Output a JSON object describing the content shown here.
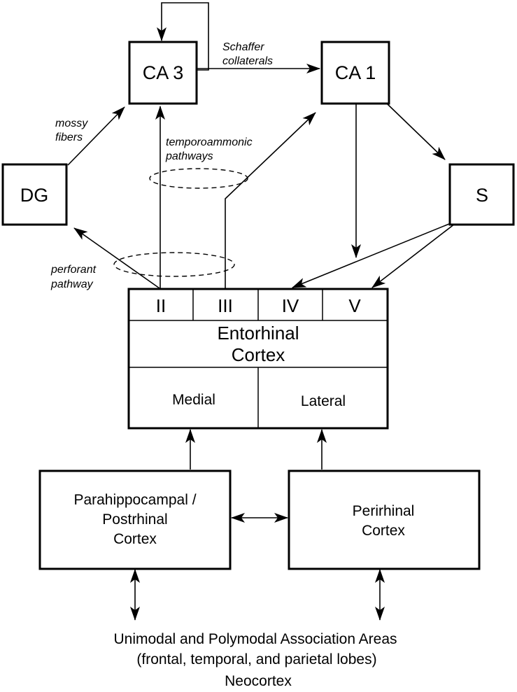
{
  "nodes": {
    "ca3": "CA 3",
    "ca1": "CA 1",
    "dg": "DG",
    "s": "S",
    "entorhinal": {
      "line1": "Entorhinal",
      "line2": "Cortex"
    },
    "layers": [
      "II",
      "III",
      "IV",
      "V"
    ],
    "medial": "Medial",
    "lateral": "Lateral",
    "parahippocampal": {
      "line1": "Parahippocampal /",
      "line2": "Postrhinal",
      "line3": "Cortex"
    },
    "perirhinal": {
      "line1": "Perirhinal",
      "line2": "Cortex"
    }
  },
  "pathways": {
    "schaffer": {
      "line1": "Schaffer",
      "line2": "collaterals"
    },
    "mossy": {
      "line1": "mossy",
      "line2": "fibers"
    },
    "temporoammonic": {
      "line1": "temporoammonic",
      "line2": "pathways"
    },
    "perforant": {
      "line1": "perforant",
      "line2": "pathway"
    }
  },
  "neocortex": {
    "line1": "Unimodal and Polymodal Association Areas",
    "line2": "(frontal, temporal, and parietal lobes)",
    "line3": "Neocortex"
  }
}
